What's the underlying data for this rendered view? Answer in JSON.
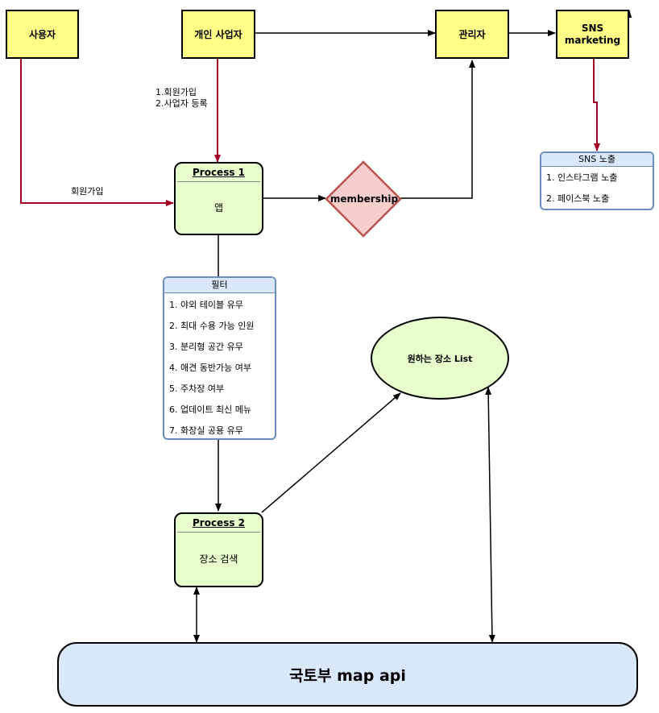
{
  "actors": {
    "user": "사용자",
    "business": "개인 사업자",
    "admin": "관리자",
    "sns": "SNS\nmarketing"
  },
  "process1": {
    "title": "Process 1",
    "body": "앱"
  },
  "process2": {
    "title": "Process 2",
    "body": "장소 검색"
  },
  "decision": {
    "label": "membership"
  },
  "sns_list": {
    "header": "SNS 노출",
    "items": [
      "1. 인스타그램 노출",
      "2. 페이스북 노출"
    ]
  },
  "filter_list": {
    "header": "필터",
    "items": [
      "1. 야외 테이블 유무",
      "2. 최대 수용 가능 인원",
      "3. 분리형 공간 유무",
      "4. 애견 동반가능 여부",
      "5. 주차장 여부",
      "6. 업데이트 최신 메뉴",
      "7. 화장실 공용 유무"
    ]
  },
  "result": {
    "label": "원하는 장소 List"
  },
  "datastore": {
    "label": "국토부 map api"
  },
  "edge_labels": {
    "business_to_app": "1.회원가입\n2.사업자 등록",
    "user_to_app": "회원가입"
  },
  "colors": {
    "actor_fill": "#ffff88",
    "process_fill": "#e6ffcc",
    "decision_fill": "#f8cecc",
    "decision_stroke": "#b85450",
    "list_stroke": "#6c8ebf",
    "list_header": "#dae8fc",
    "datastore_fill": "#dae8fc",
    "red_edge": "#a20025"
  }
}
